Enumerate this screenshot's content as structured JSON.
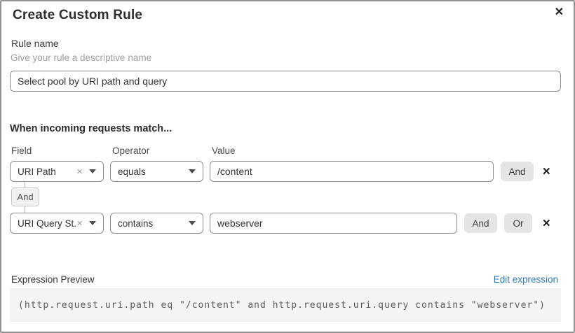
{
  "dialog": {
    "title": "Create Custom Rule",
    "close_icon": "✕"
  },
  "rule_name": {
    "label": "Rule name",
    "help": "Give your rule a descriptive name",
    "value": "Select pool by URI path and query"
  },
  "match_section": {
    "heading": "When incoming requests match...",
    "column_labels": {
      "field": "Field",
      "operator": "Operator",
      "value": "Value"
    },
    "connector_label": "And",
    "clear_icon": "×",
    "delete_icon": "✕",
    "rows": [
      {
        "field": "URI Path",
        "operator": "equals",
        "value": "/content",
        "buttons": [
          "And"
        ]
      },
      {
        "field": "URI Query St...",
        "operator": "contains",
        "value": "webserver",
        "buttons": [
          "And",
          "Or"
        ]
      }
    ]
  },
  "expression": {
    "label": "Expression Preview",
    "edit_link": "Edit expression",
    "code": "(http.request.uri.path eq \"/content\" and http.request.uri.query contains \"webserver\")"
  },
  "colors": {
    "link_blue": "#2c7cb8",
    "button_gray": "#e5e5e5",
    "code_background": "#f4f4f4",
    "input_border": "#8d8d8d"
  }
}
